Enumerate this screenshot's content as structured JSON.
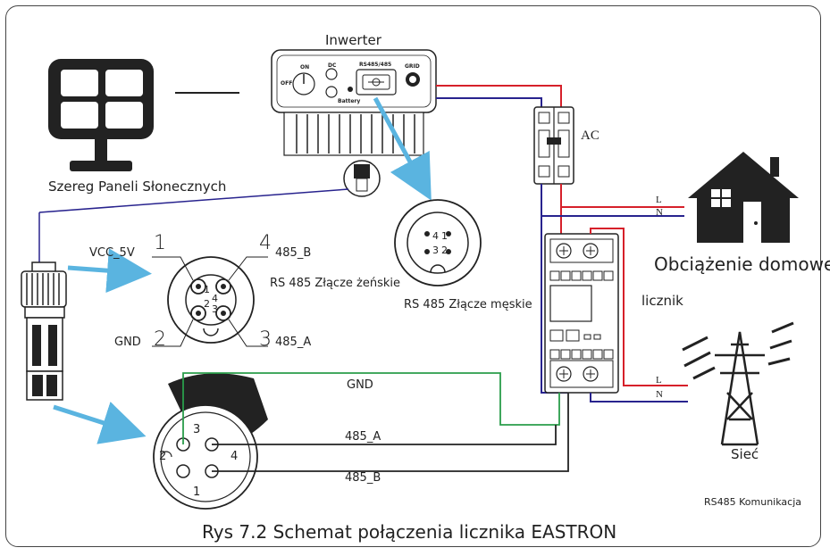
{
  "labels": {
    "inverter": "Inwerter",
    "panels": "Szereg Paneli Słonecznych",
    "ac": "AC",
    "home_load": "Obciążenie domowe",
    "meter": "licznik",
    "grid": "Sieć",
    "rs485_comm": "RS485 Komunikacja",
    "female_connector": "RS 485 Złącze żeńskie",
    "male_connector": "RS 485 Złącze męskie",
    "vcc": "VCC_5V",
    "gnd_pin": "GND",
    "b_pin": "485_B",
    "a_pin": "485_A",
    "wire_gnd": "GND",
    "wire_a": "485_A",
    "wire_b": "485_B",
    "line_l_top": "L",
    "line_n_top": "N",
    "line_l_bottom": "L",
    "line_n_bottom": "N",
    "caption": "Rys 7.2 Schemat połączenia licznika EASTRON"
  },
  "pin_numbers": {
    "p1": "1",
    "p2": "2",
    "p3": "3",
    "p4": "4"
  },
  "connector_pins": {
    "female": [
      "1",
      "4",
      "2",
      "3"
    ],
    "male": [
      "4",
      "1",
      "3",
      "2"
    ],
    "plug": [
      "3",
      "2",
      "4",
      "1"
    ]
  },
  "inverter_panel": {
    "on": "ON",
    "off": "OFF",
    "dc": "DC",
    "rs485": "RS485/485",
    "grid": "GRID",
    "battery": "Battery"
  },
  "colors": {
    "line_red": "#d6202a",
    "line_blue": "#28238e",
    "wire_green": "#2a9d4a",
    "arrow": "#5ab4e0",
    "dark": "#222222"
  }
}
